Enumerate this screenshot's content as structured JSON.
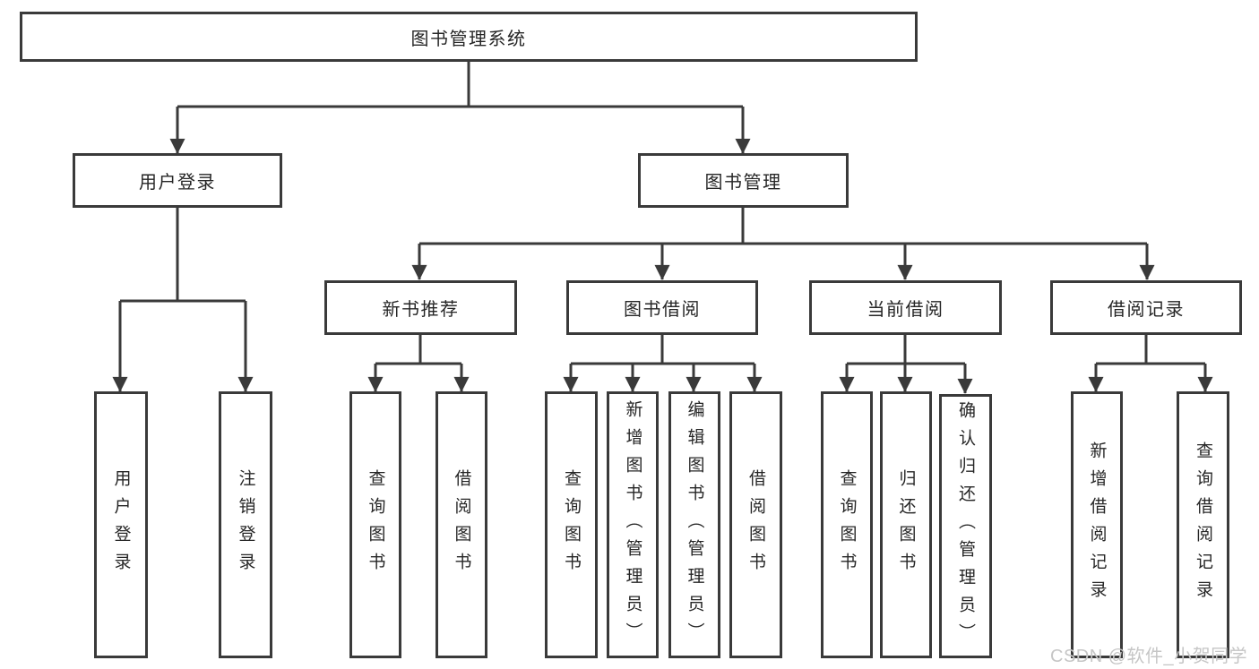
{
  "tree": {
    "label": "图书管理系统",
    "children": [
      {
        "label": "用户登录",
        "children": [
          {
            "label": "用户登录"
          },
          {
            "label": "注销登录"
          }
        ]
      },
      {
        "label": "图书管理",
        "children": [
          {
            "label": "新书推荐",
            "children": [
              {
                "label": "查询图书"
              },
              {
                "label": "借阅图书"
              }
            ]
          },
          {
            "label": "图书借阅",
            "children": [
              {
                "label": "查询图书"
              },
              {
                "label": "新增图书（管理员）"
              },
              {
                "label": "编辑图书（管理员）"
              },
              {
                "label": "借阅图书"
              }
            ]
          },
          {
            "label": "当前借阅",
            "children": [
              {
                "label": "查询图书"
              },
              {
                "label": "归还图书"
              },
              {
                "label": "确认归还（管理员）"
              }
            ]
          },
          {
            "label": "借阅记录",
            "children": [
              {
                "label": "新增借阅记录"
              },
              {
                "label": "查询借阅记录"
              }
            ]
          }
        ]
      }
    ]
  },
  "watermark": {
    "text": "CSDN @软件_小贺同学"
  },
  "colors": {
    "line": "#3a3a3a",
    "text": "#262626",
    "watermark": "#c6c6c6",
    "background": "#ffffff"
  }
}
